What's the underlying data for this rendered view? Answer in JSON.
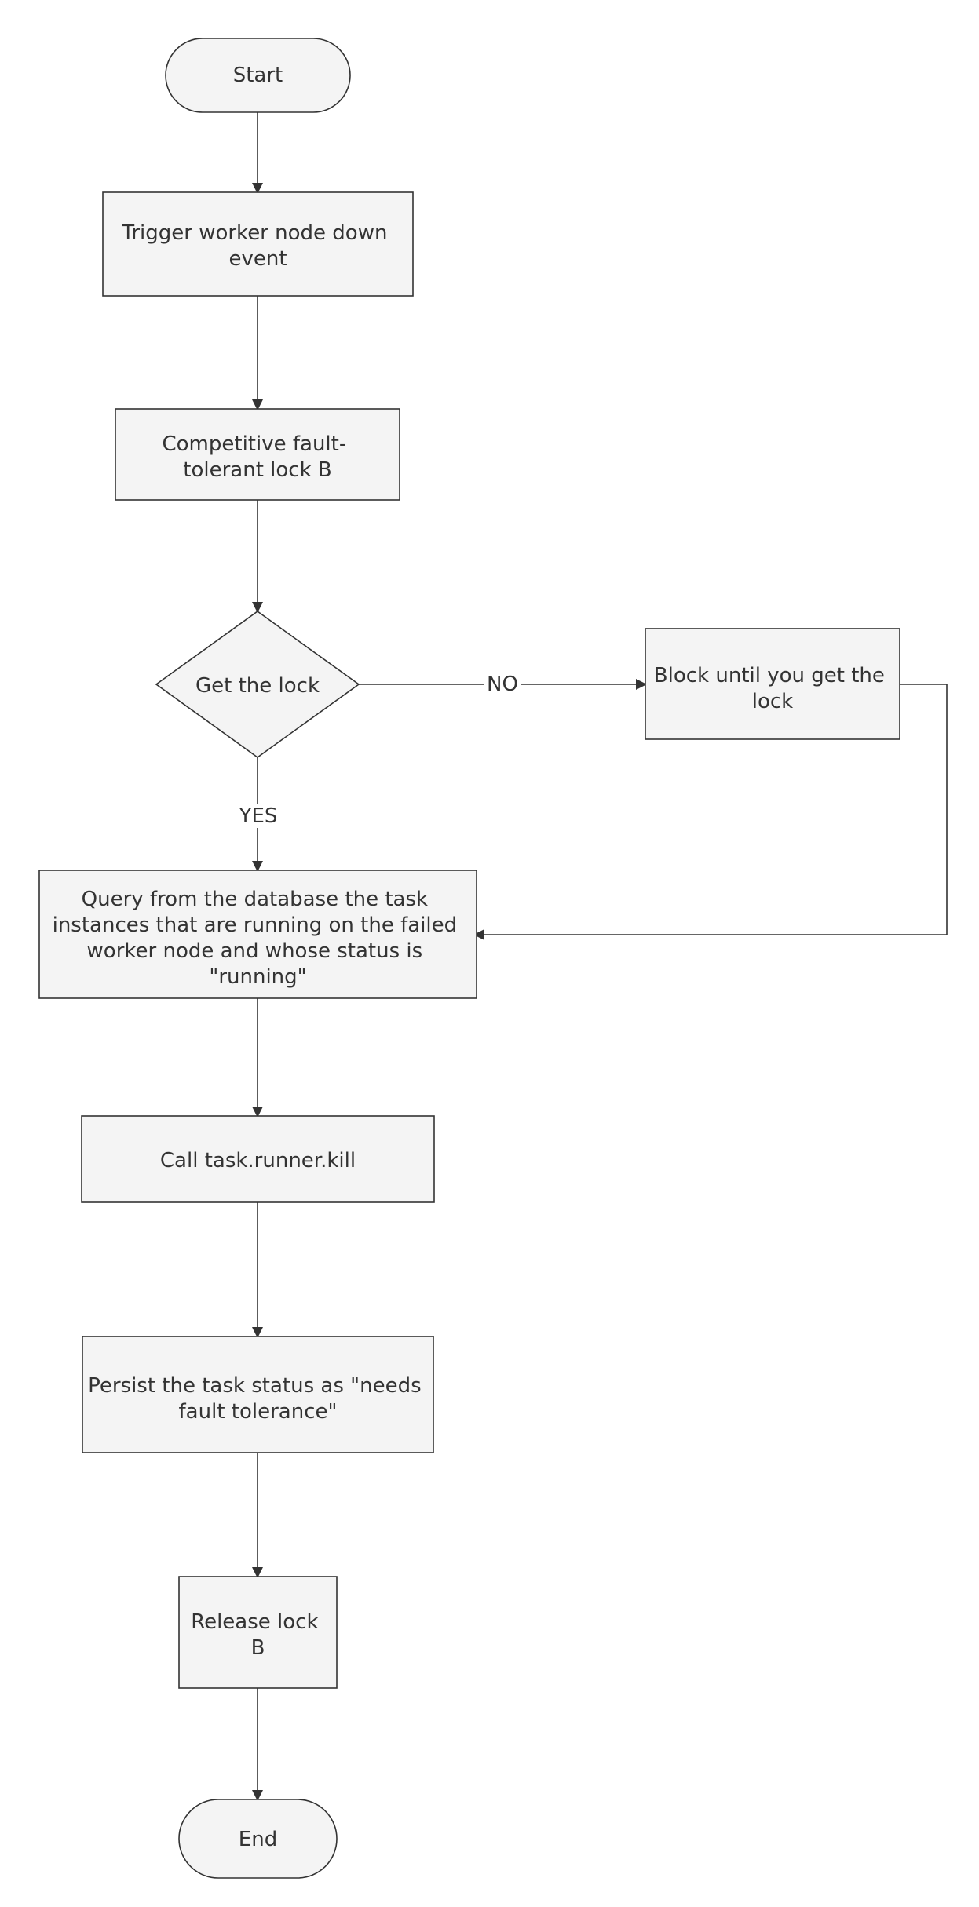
{
  "nodes": {
    "start": {
      "label": "Start",
      "shape": "terminal"
    },
    "trigger": {
      "lines": [
        "Trigger worker node down",
        "event"
      ],
      "shape": "process"
    },
    "compete": {
      "lines": [
        "Competitive fault-",
        "tolerant lock B"
      ],
      "shape": "process"
    },
    "decision": {
      "label": "Get the lock",
      "shape": "decision"
    },
    "block": {
      "lines": [
        "Block until you get the",
        "lock"
      ],
      "shape": "process"
    },
    "query": {
      "lines": [
        "Query from the database the task",
        "instances that are running on the failed",
        "worker node and whose status is",
        "\"running\""
      ],
      "shape": "process"
    },
    "kill": {
      "label": "Call task.runner.kill",
      "shape": "process"
    },
    "persist": {
      "lines": [
        "Persist the task status as \"needs",
        "fault tolerance\""
      ],
      "shape": "process"
    },
    "release": {
      "lines": [
        "Release lock",
        "B"
      ],
      "shape": "process"
    },
    "end": {
      "label": "End",
      "shape": "terminal"
    }
  },
  "edges": {
    "no_label": "NO",
    "yes_label": "YES"
  },
  "colors": {
    "node_fill": "#f4f4f4",
    "stroke": "#333333",
    "text": "#333333",
    "background": "#ffffff"
  }
}
